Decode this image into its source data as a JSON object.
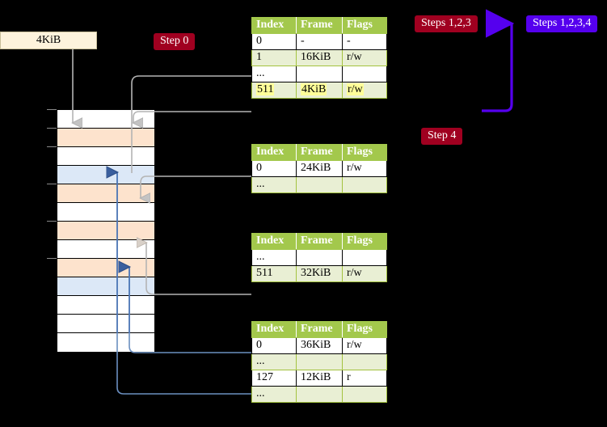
{
  "diagram": {
    "title_hidden": "",
    "size_box": {
      "label": "4KiB"
    },
    "badges": {
      "step0": "Step 0",
      "step4": "Step 4",
      "steps123": "Steps 1,2,3",
      "steps1234": "Steps 1,2,3,4"
    },
    "colors": {
      "badge_red": "#a00020",
      "badge_purple": "#5500ee",
      "table_header_green": "#a3c84c",
      "table_alt_row": "#e9efd4",
      "highlight_yellow": "#ffff99",
      "memory_orange": "#fde3cd",
      "memory_blue": "#dce8f7",
      "size_box_cream": "#fdf3dc",
      "wire_gray": "#b4b4b4",
      "wire_blue": "#6b8fc0"
    },
    "memory_column": {
      "name": "physical-memory",
      "rows": [
        {
          "fill": "white",
          "tick": true
        },
        {
          "fill": "orange",
          "tick": true
        },
        {
          "fill": "white",
          "tick": true
        },
        {
          "fill": "blue",
          "tick": false
        },
        {
          "fill": "orange",
          "tick": true
        },
        {
          "fill": "white",
          "tick": false
        },
        {
          "fill": "orange",
          "tick": true
        },
        {
          "fill": "white",
          "tick": false
        },
        {
          "fill": "orange",
          "tick": true
        },
        {
          "fill": "blue",
          "tick": false
        },
        {
          "fill": "white",
          "tick": false
        },
        {
          "fill": "white",
          "tick": false
        },
        {
          "fill": "white",
          "tick": false
        }
      ]
    },
    "tables": [
      {
        "name": "page-table-level-0",
        "headers": [
          "Index",
          "Frame",
          "Flags"
        ],
        "rows": [
          {
            "style": "plain",
            "highlight": false,
            "cells": [
              "0",
              "-",
              "-"
            ]
          },
          {
            "style": "alt",
            "highlight": false,
            "cells": [
              "1",
              "16KiB",
              "r/w"
            ]
          },
          {
            "style": "plain",
            "highlight": false,
            "cells": [
              "...",
              "",
              ""
            ]
          },
          {
            "style": "alt",
            "highlight": true,
            "cells": [
              "511",
              "4KiB",
              "r/w"
            ]
          }
        ]
      },
      {
        "name": "page-table-level-1",
        "headers": [
          "Index",
          "Frame",
          "Flags"
        ],
        "rows": [
          {
            "style": "plain",
            "highlight": false,
            "cells": [
              "0",
              "24KiB",
              "r/w"
            ]
          },
          {
            "style": "alt",
            "highlight": false,
            "cells": [
              "...",
              "",
              ""
            ]
          }
        ]
      },
      {
        "name": "page-table-level-2",
        "headers": [
          "Index",
          "Frame",
          "Flags"
        ],
        "rows": [
          {
            "style": "plain",
            "highlight": false,
            "cells": [
              "...",
              "",
              ""
            ]
          },
          {
            "style": "alt",
            "highlight": false,
            "cells": [
              "511",
              "32KiB",
              "r/w"
            ]
          }
        ]
      },
      {
        "name": "page-table-level-3",
        "headers": [
          "Index",
          "Frame",
          "Flags"
        ],
        "rows": [
          {
            "style": "plain",
            "highlight": false,
            "cells": [
              "0",
              "36KiB",
              "r/w"
            ]
          },
          {
            "style": "alt",
            "highlight": false,
            "cells": [
              "...",
              "",
              ""
            ]
          },
          {
            "style": "plain",
            "highlight": false,
            "cells": [
              "127",
              "12KiB",
              "r"
            ]
          },
          {
            "style": "alt",
            "highlight": false,
            "cells": [
              "...",
              "",
              ""
            ]
          }
        ]
      }
    ]
  }
}
